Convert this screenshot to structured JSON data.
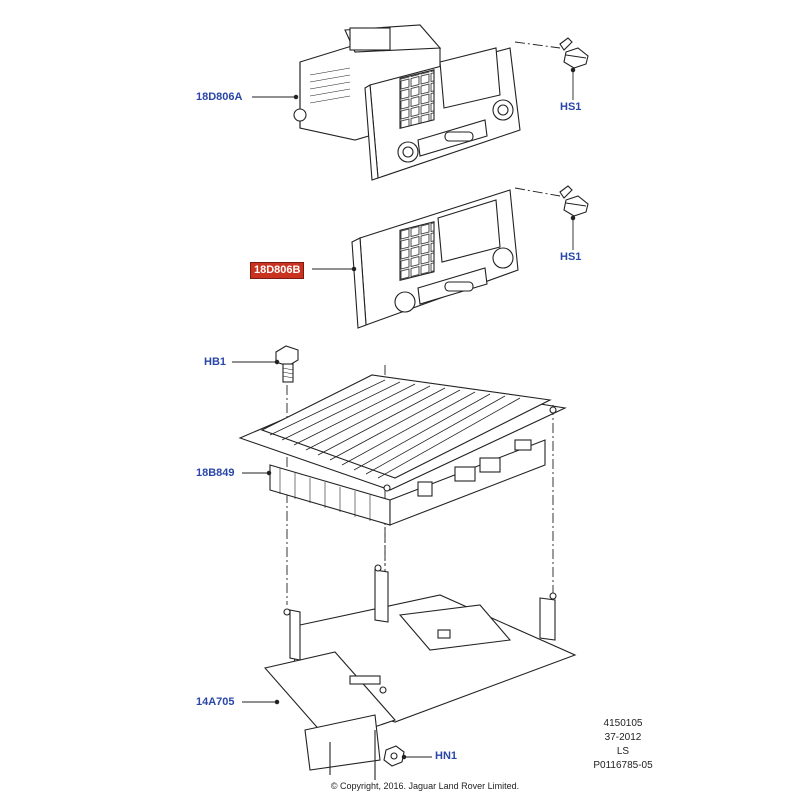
{
  "callouts": {
    "c18D806A": "18D806A",
    "HS1_top": "HS1",
    "c18D806B": "18D806B",
    "HS1_mid": "HS1",
    "HB1": "HB1",
    "c18B849": "18B849",
    "c14A705": "14A705",
    "HN1": "HN1"
  },
  "reference": {
    "line1": "4150105",
    "line2": "37-2012",
    "line3": "LS",
    "line4": "P0116785-05"
  },
  "copyright": "© Copyright, 2016. Jaguar Land Rover Limited.",
  "colors": {
    "callout_text": "#2a47a8",
    "highlight_bg": "#c8321f",
    "line": "#222222"
  }
}
